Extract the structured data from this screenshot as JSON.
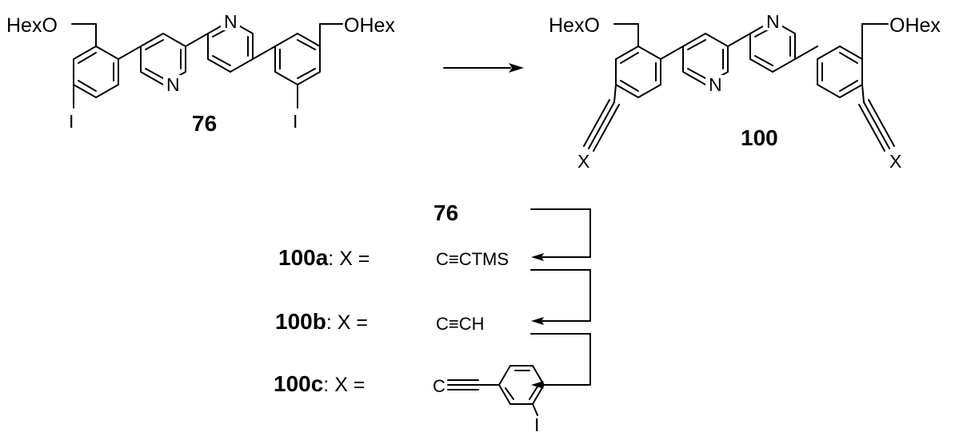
{
  "colors": {
    "ink": "#000000",
    "background": "#ffffff"
  },
  "reactant": {
    "label": "76",
    "substituent_left": "HexO",
    "substituent_right": "OHex",
    "halogen": "I",
    "nitrogen": "N"
  },
  "product": {
    "label": "100",
    "substituent_left": "HexO",
    "substituent_right": "OHex",
    "nitrogen": "N",
    "terminal_group": "X"
  },
  "sequence": {
    "start": "76",
    "steps": [
      {
        "id": "100a",
        "eq": ": X =",
        "group": "C≡CTMS"
      },
      {
        "id": "100b",
        "eq": ": X =",
        "group": "C≡CH"
      },
      {
        "id": "100c",
        "eq": ": X =",
        "group": "C",
        "aryl_halogen": "I"
      }
    ]
  }
}
